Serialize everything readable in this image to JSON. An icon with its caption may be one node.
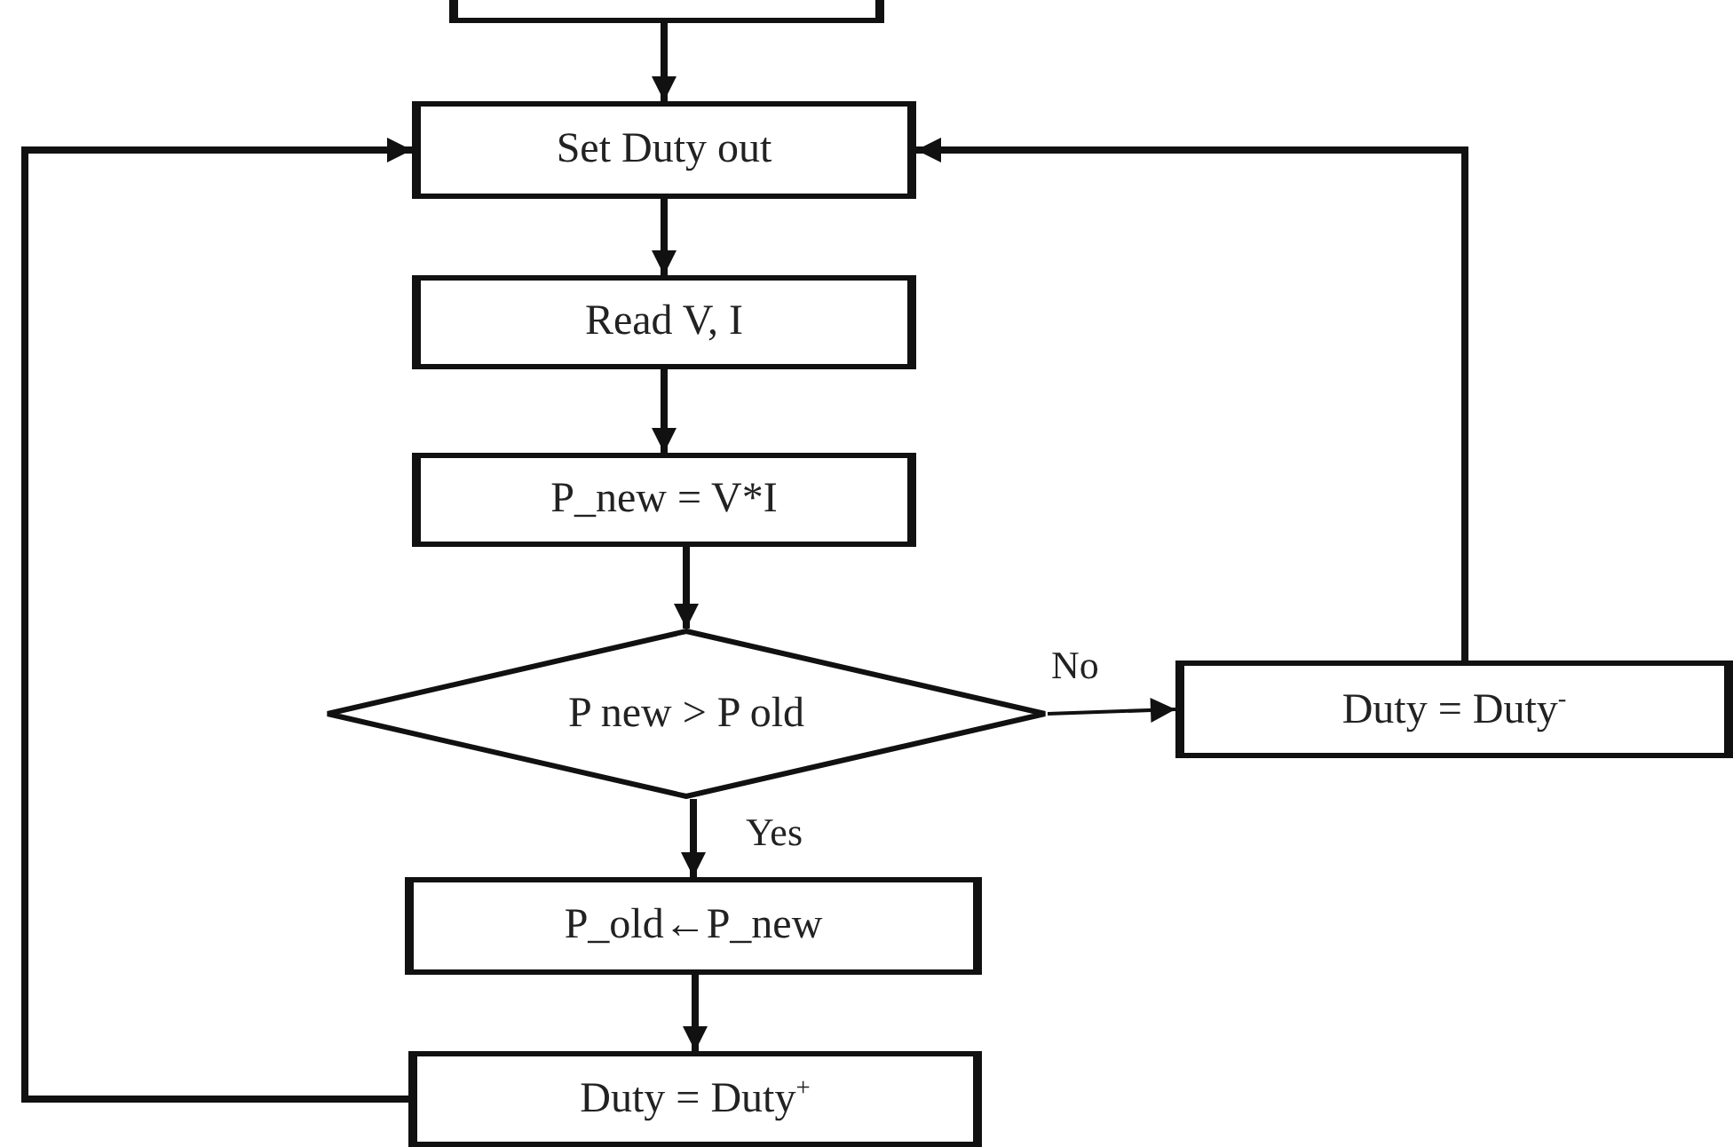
{
  "diagram": {
    "nodes": [
      {
        "text": [],
        "shape": "box"
      },
      {
        "text": [
          "Set Duty out"
        ]
      },
      {
        "text": [
          "Read V, I"
        ]
      },
      {
        "text": [
          "P_new = V*I"
        ]
      },
      {
        "text": [
          "P new > P old"
        ]
      },
      {
        "text": [
          "Duty = Duty$^{-}$"
        ]
      },
      {
        "text": [
          "P_old←P_new"
        ]
      },
      {
        "text": [
          "Duty = Duty$^{+}$"
        ]
      }
    ],
    "edges": [
      {
        "from": 0,
        "to": 1,
        "arrow": "to"
      },
      {
        "from": 1,
        "to": 2,
        "arrow": "to"
      },
      {
        "from": 2,
        "to": 3,
        "arrow": "to"
      },
      {
        "from": 3,
        "to": 4,
        "arrow": "to"
      },
      {
        "from": 4,
        "to": 5,
        "arrow": "to",
        "label": "No"
      },
      {
        "from": 4,
        "to": 6,
        "arrow": "to",
        "label": "Yes"
      },
      {
        "from": 6,
        "to": 7,
        "arrow": "to"
      },
      {
        "from": 7,
        "to": 1,
        "arrow": "to"
      },
      {
        "from": 5,
        "to": 1,
        "arrow": "to"
      }
    ]
  }
}
